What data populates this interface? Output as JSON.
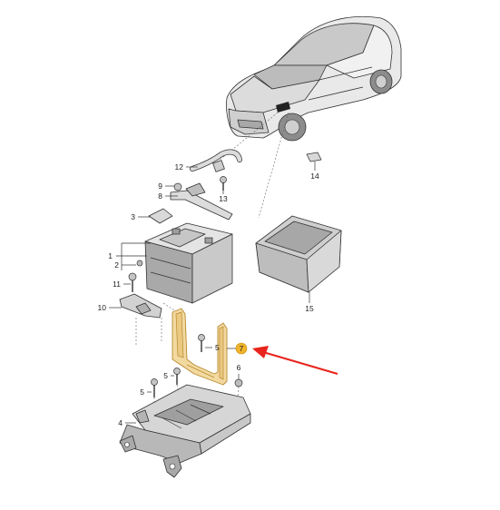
{
  "callouts": {
    "c1": "1",
    "c2": "2",
    "c3": "3",
    "c4": "4",
    "c5a": "5",
    "c5b": "5",
    "c5c": "5",
    "c6": "6",
    "c7": "7",
    "c8": "8",
    "c9": "9",
    "c10": "10",
    "c11": "11",
    "c12": "12",
    "c13": "13",
    "c14": "14",
    "c15": "15"
  },
  "colors": {
    "highlight_part": "#f2d9a0",
    "highlight_outline": "#b98a2e",
    "highlight_badge": "#f0b429",
    "arrow": "#e8241c",
    "part_grey": "#d4d4d4",
    "part_dark": "#9a9a9a"
  },
  "icons": [
    "car-illustration",
    "battery",
    "battery-tray",
    "battery-box",
    "red-arrow"
  ]
}
